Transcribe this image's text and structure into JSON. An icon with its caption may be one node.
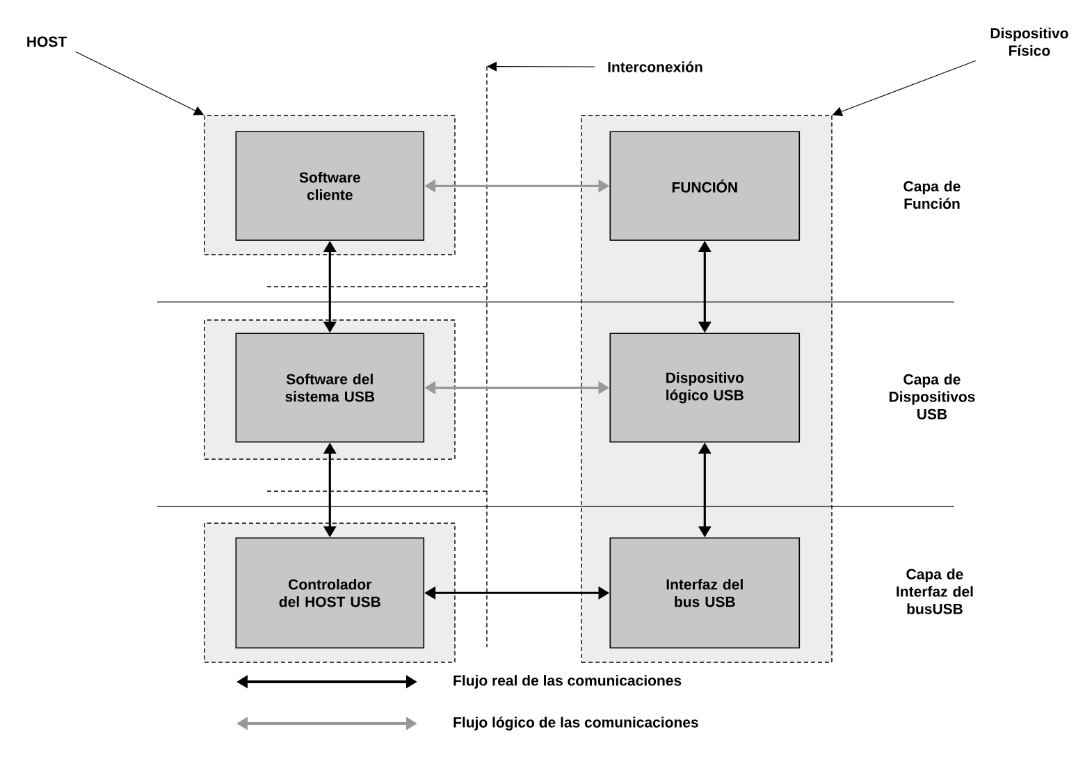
{
  "diagram": {
    "nodes": [
      {
        "text": [
          "HOST"
        ]
      },
      {
        "text": [
          "Dispositivo Físico"
        ]
      },
      {
        "text": [
          "Interconexión"
        ]
      },
      {
        "text": [],
        "shape": "box"
      },
      {
        "text": [
          "Software cliente"
        ],
        "in": 3
      },
      {
        "text": [],
        "shape": "box"
      },
      {
        "text": [
          "FUNCIÓN"
        ],
        "in": 5
      },
      {
        "text": [],
        "shape": "box"
      },
      {
        "text": [
          "Software del sistema USB"
        ],
        "in": 7
      },
      {
        "text": [
          "Dispositivo lógico USB"
        ],
        "in": 5
      },
      {
        "text": [],
        "shape": "box"
      },
      {
        "text": [
          "Controlador del HOST USB"
        ],
        "in": 10
      },
      {
        "text": [
          "Interfaz del bus USB"
        ],
        "in": 5
      },
      {
        "text": [],
        "shape": "line"
      }
    ],
    "edges": [
      {
        "from": 0,
        "to": 3,
        "arrow": "to"
      },
      {
        "from": 1,
        "to": 5,
        "arrow": "to"
      },
      {
        "from": 2,
        "to": 13,
        "arrow": "to"
      },
      {
        "from": 4,
        "to": 6,
        "arrow": "both",
        "color": "#999999"
      },
      {
        "from": 4,
        "to": 8,
        "arrow": "both"
      },
      {
        "from": 8,
        "to": 9,
        "arrow": "both",
        "color": "#999999"
      },
      {
        "from": 6,
        "to": 9,
        "arrow": "both"
      },
      {
        "from": 8,
        "to": 11,
        "arrow": "both"
      },
      {
        "from": 9,
        "to": 12,
        "arrow": "both"
      },
      {
        "from": 11,
        "to": 12,
        "arrow": "both"
      }
    ],
    "labels": [
      "Capa de Función",
      "Capa de Dispositivos USB",
      "Capa de Interfaz del busUSB"
    ],
    "legend": [
      {
        "text": "Flujo real de las comunicaciones"
      },
      {
        "text": "Flujo lógico de las comunicaciones"
      }
    ]
  }
}
